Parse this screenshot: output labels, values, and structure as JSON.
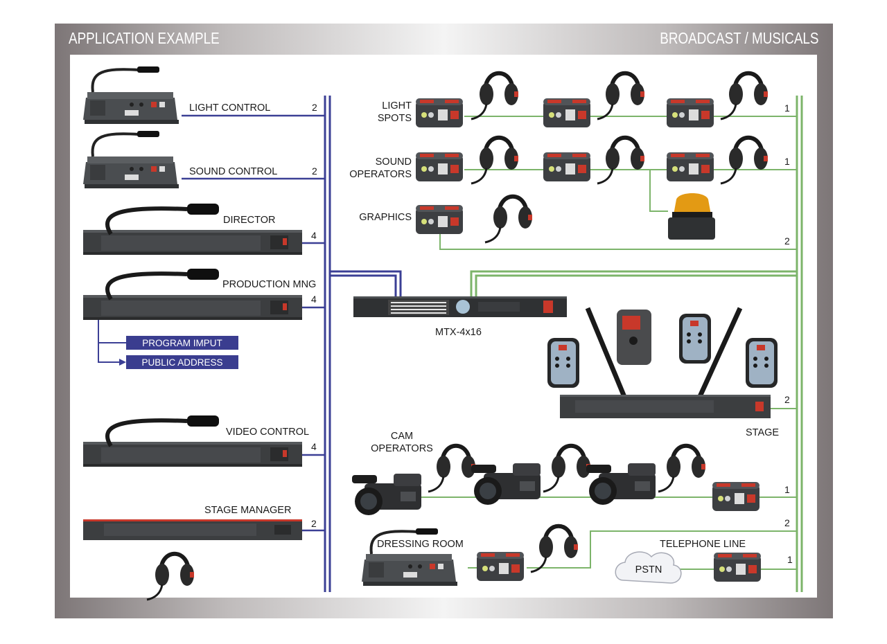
{
  "header": {
    "left_title": "APPLICATION EXAMPLE",
    "right_title": "BROADCAST / MUSICALS"
  },
  "left_stations": {
    "light_control": {
      "label": "LIGHT CONTROL",
      "channels": "2"
    },
    "sound_control": {
      "label": "SOUND CONTROL",
      "channels": "2"
    },
    "director": {
      "label": "DIRECTOR",
      "channels": "4"
    },
    "production_mng": {
      "label": "PRODUCTION MNG",
      "channels": "4"
    },
    "video_control": {
      "label": "VIDEO CONTROL",
      "channels": "4"
    },
    "stage_manager": {
      "label": "STAGE MANAGER",
      "channels": "2"
    }
  },
  "outputs": {
    "program_input": "PROGRAM IMPUT",
    "public_address": "PUBLIC ADDRESS"
  },
  "matrix": {
    "label": "MTX-4x16"
  },
  "right_stations": {
    "light_spots": {
      "label_line1": "LIGHT",
      "label_line2": "SPOTS",
      "channels": "1"
    },
    "sound_operators": {
      "label_line1": "SOUND",
      "label_line2": "OPERATORS",
      "channels": "1"
    },
    "graphics": {
      "label": "GRAPHICS",
      "channels": "2"
    },
    "stage": {
      "label": "STAGE",
      "channels": "2"
    },
    "cam_operators": {
      "label_line1": "CAM",
      "label_line2": "OPERATORS",
      "channels": "1"
    },
    "dressing_room": {
      "label": "DRESSING ROOM",
      "channels": "2"
    },
    "telephone_line": {
      "label": "TELEPHONE LINE",
      "channels": "1",
      "cloud_label": "PSTN"
    }
  },
  "colors": {
    "blue_line": "#3b3f95",
    "green_line": "#7cb46a",
    "blue_box": "#3a3d8f",
    "red_accent": "#c8382a"
  }
}
